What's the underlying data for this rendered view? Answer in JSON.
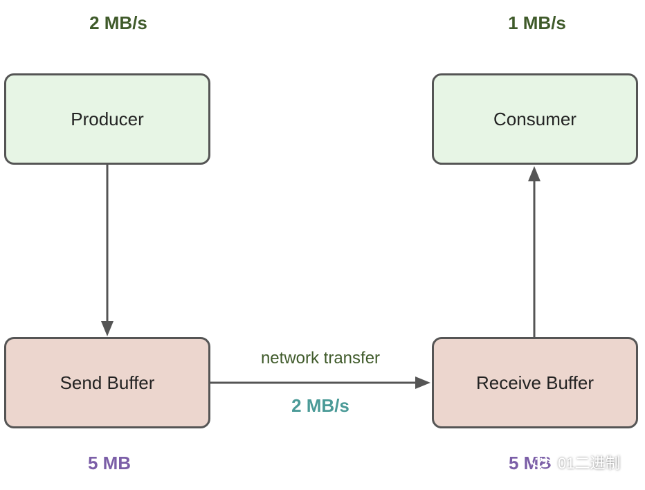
{
  "producer": {
    "rate": "2 MB/s",
    "label": "Producer"
  },
  "consumer": {
    "rate": "1 MB/s",
    "label": "Consumer"
  },
  "send_buffer": {
    "label": "Send Buffer",
    "size": "5 MB"
  },
  "receive_buffer": {
    "label": "Receive Buffer",
    "size": "5 MB"
  },
  "network": {
    "label": "network transfer",
    "rate": "2 MB/s"
  },
  "watermark": {
    "text": "01二进制",
    "icon": "wechat-icon"
  },
  "colors": {
    "box_border": "#555555",
    "top_box_fill": "#e7f5e5",
    "bottom_box_fill": "#ecd6ce",
    "rate_text": "#3f5a2a",
    "network_rate_text": "#4a9a97",
    "size_text": "#7b5ea7",
    "arrow": "#555555"
  }
}
